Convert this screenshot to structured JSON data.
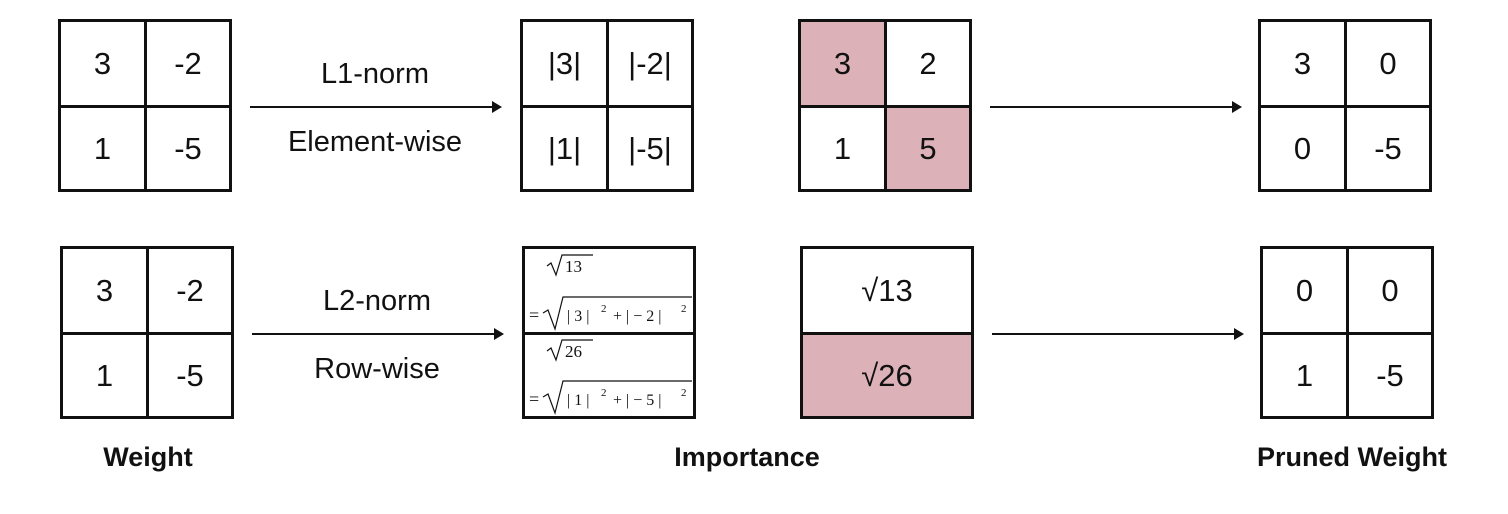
{
  "row1": {
    "weight": [
      "3",
      "-2",
      "1",
      "-5"
    ],
    "norm_label": "L1-norm",
    "mode_label": "Element-wise",
    "importance_abs": [
      "|3|",
      "|-2|",
      "|1|",
      "|-5|"
    ],
    "importance_vals": [
      "3",
      "2",
      "1",
      "5"
    ],
    "pruned": [
      "3",
      "0",
      "0",
      "-5"
    ]
  },
  "row2": {
    "weight": [
      "3",
      "-2",
      "1",
      "-5"
    ],
    "norm_label": "L2-norm",
    "mode_label": "Row-wise",
    "formula_top": {
      "sqrt_value": "13",
      "expr": "= √|3|² + |−2|²"
    },
    "formula_bottom": {
      "sqrt_value": "26",
      "expr": "= √|1|² + |−5|²"
    },
    "importance_vals": [
      "√13",
      "√26"
    ],
    "pruned": [
      "0",
      "0",
      "1",
      "-5"
    ]
  },
  "captions": {
    "weight": "Weight",
    "importance": "Importance",
    "pruned": "Pruned Weight"
  },
  "colors": {
    "highlight": "#dcb2b8",
    "line": "#111111"
  }
}
